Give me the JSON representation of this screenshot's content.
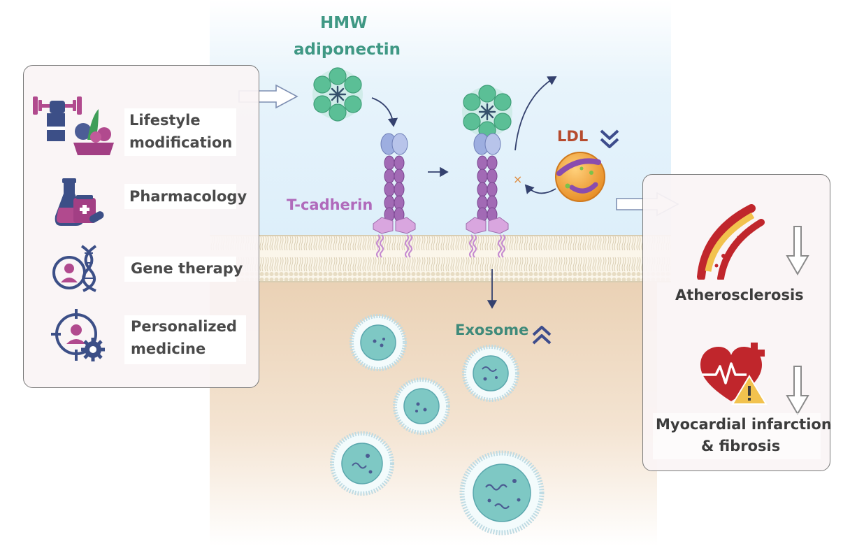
{
  "title": {
    "line1": "HMW",
    "line2": "adiponectin"
  },
  "interventions": [
    {
      "lines": [
        "Lifestyle",
        "modification"
      ],
      "icon": "dumbbell-vegetables-icon"
    },
    {
      "lines": [
        "Pharmacology"
      ],
      "icon": "flask-pills-icon"
    },
    {
      "lines": [
        "Gene therapy"
      ],
      "icon": "dna-person-icon"
    },
    {
      "lines": [
        "Personalized",
        "medicine"
      ],
      "icon": "target-person-gear-icon"
    }
  ],
  "receptor_label": "T-cadherin",
  "ldl": {
    "label": "LDL",
    "trend": "decrease"
  },
  "exosome": {
    "label": "Exosome",
    "trend": "increase"
  },
  "outcomes": [
    {
      "lines": [
        "Atherosclerosis"
      ],
      "icon": "artery-plaque-icon",
      "trend": "decrease"
    },
    {
      "lines": [
        "Myocardial infarction",
        "& fibrosis"
      ],
      "icon": "heart-warning-icon",
      "trend": "decrease"
    }
  ],
  "colors": {
    "adiponectin": "#5bbf96",
    "receptor": "#a26ab5",
    "receptor_head": "#9daee0",
    "ldl": "#f2a33a",
    "exosome": "#7ec8c4",
    "arrow_navy": "#34416e",
    "plasma": "#dff0fa",
    "cytoplasm": "#ecd5b9"
  }
}
